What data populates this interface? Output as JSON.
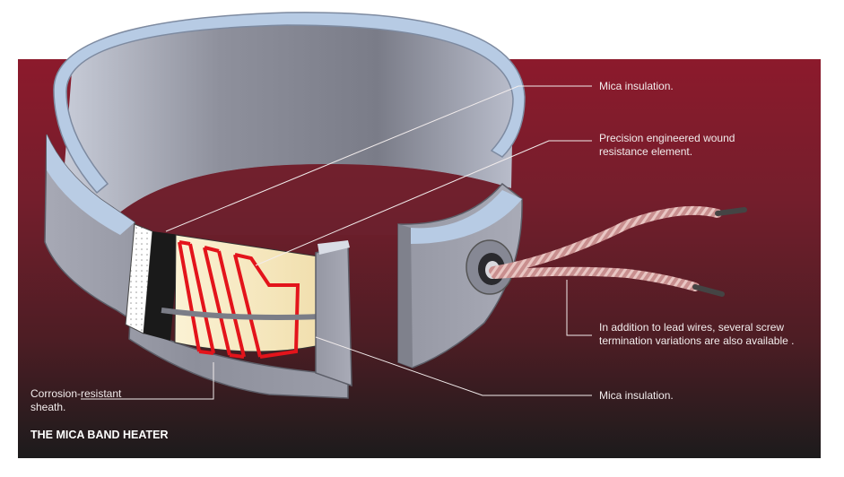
{
  "labels": {
    "mica_top": "Mica insulation.",
    "element": "Precision engineered wound\nresistance element.",
    "lead_wires": "In addition to lead wires,  several screw\ntermination variations are also available .",
    "mica_bottom": "Mica insulation.",
    "sheath": "Corrosion-resistant\nsheath."
  },
  "title": "THE MICA BAND HEATER",
  "colors": {
    "background_top": "#8c1a2c",
    "background_bottom": "#1c1b1c",
    "band_metal": "#9a9ca8",
    "band_rim": "#b7cbe4",
    "heating_element": "#e3141b",
    "mica": "#f7eac2",
    "lead_wire": "#c98f8f"
  }
}
